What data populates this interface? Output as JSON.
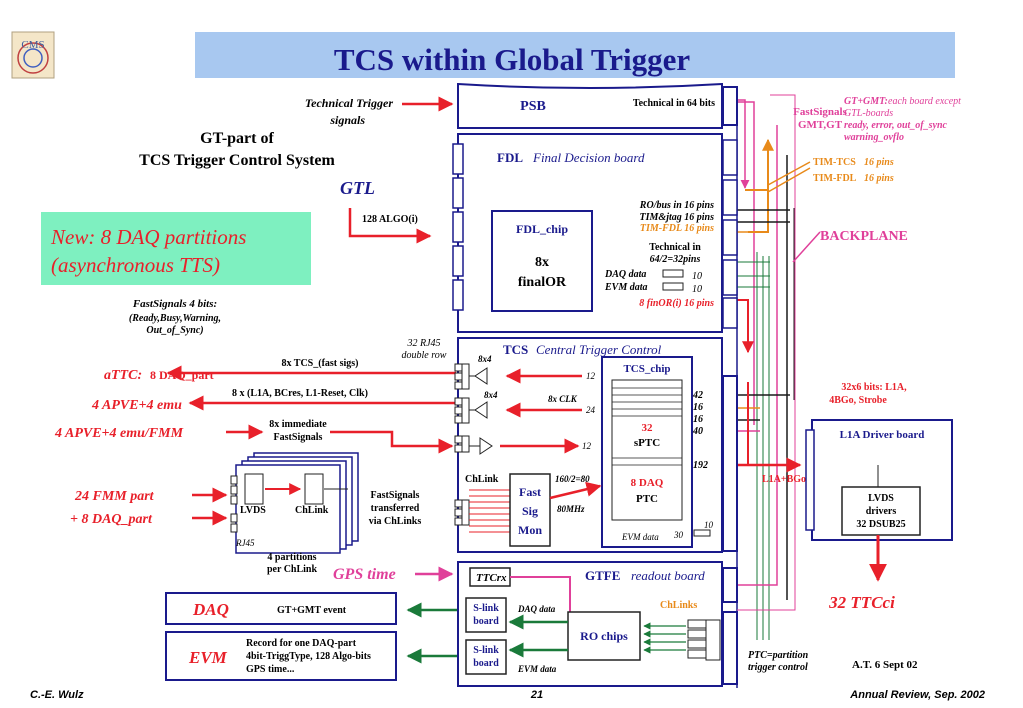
{
  "header": {
    "title": "TCS within Global Trigger",
    "logo_text": "CMS"
  },
  "left": {
    "tech_trigger": [
      "Technical Trigger",
      "signals"
    ],
    "gt_part": [
      "GT-part of",
      "TCS Trigger Control System"
    ],
    "gtl": "GTL",
    "algo": "128 ALGO(i)",
    "new_box": [
      "New: 8 DAQ partitions",
      "(asynchronous TTS)"
    ],
    "fastsig": [
      "FastSignals 4 bits:",
      "(Ready,Busy,Warning,",
      "Out_of_Sync)"
    ],
    "rj45_top": [
      "32 RJ45",
      "double row"
    ],
    "attc_label": "aTTC:",
    "attc_rest": "8 DAQ_part",
    "fast_sigs": "8x TCS_(fast sigs)",
    "apve1": "4 APVE+4 emu",
    "l1a_bcres": "8 x (L1A, BCres, L1-Reset, Clk)",
    "apve2": "4 APVE+4 emu/FMM",
    "immediate": [
      "8x immediate",
      "FastSignals"
    ],
    "fmm": [
      "24 FMM part",
      "+ 8 DAQ_part"
    ],
    "lvds_card": "LVDS",
    "chlink_card": "ChLink",
    "rj45_bottom": "RJ45",
    "partitions": [
      "4 partitions",
      "per ChLink"
    ],
    "fs_transferred": [
      "FastSignals",
      "transferred",
      "via ChLinks"
    ],
    "gps": "GPS time",
    "daq": "DAQ",
    "daq_event": "GT+GMT event",
    "evm": "EVM",
    "evm_record": [
      "Record for one DAQ-part",
      "4bit-TriggType, 128 Algo-bits",
      "GPS time..."
    ]
  },
  "center": {
    "psb": "PSB",
    "technical_64": "Technical in 64 bits",
    "fdl_abbr": "FDL",
    "fdl_full": "Final Decision board",
    "fdl_chip": "FDL_chip",
    "final_or": [
      "8x",
      "finalOR"
    ],
    "robus": "RO/bus in 16 pins",
    "timjtag": "TIM&jtag 16 pins",
    "timfdl_inner": "TIM-FDL 16 pins",
    "tech_in": [
      "Technical in",
      "64/2=32pins"
    ],
    "daq_data_fdl": "DAQ data",
    "evm_data_fdl": "EVM data",
    "ten": "10",
    "finor": "8 finOR(i) 16 pins",
    "tcs_abbr": "TCS",
    "tcs_full": "Central Trigger Control",
    "eight_x4": "8x4",
    "eight_x_clk": "8x CLK",
    "twelve": "12",
    "twenty_four": "24",
    "tcs_chip": "TCS_chip",
    "sptc": [
      "32",
      "sPTC"
    ],
    "ptc": [
      "8 DAQ",
      "PTC"
    ],
    "chlink": "ChLink",
    "fsm": [
      "Fast",
      "Sig",
      "Mon"
    ],
    "ratio": "160/2=80",
    "mhz": "80MHz",
    "evm_data_tcs": "EVM data",
    "thirty": "30",
    "pin42": "42",
    "pin16a": "16",
    "pin16b": "16",
    "pin40": "40",
    "pin192": "192",
    "gtfe_abbr": "GTFE",
    "gtfe_full": "readout board",
    "ttcrx": "TTCrx",
    "slink1": [
      "S-link",
      "board"
    ],
    "slink2": [
      "S-link",
      "board"
    ],
    "daq_data": "DAQ data",
    "evm_data": "EVM data",
    "ro_chips": "RO chips",
    "chlinks": "ChLinks"
  },
  "right": {
    "fastsignals": [
      "FastSignals",
      "GMT,GT"
    ],
    "gtgmt_head": "GT+GMT:",
    "gtgmt": [
      "each board except",
      "GTL-boards"
    ],
    "ready": [
      "ready, error, out_of_sync",
      "warning_ovflo"
    ],
    "tim_tcs": "TIM-TCS",
    "tim_fdl": "TIM-FDL",
    "pins16": "16 pins",
    "backplane": "BACKPLANE",
    "bits32x6": [
      "32x6 bits:  L1A,",
      "4BGo, Strobe"
    ],
    "l1a_driver": "L1A Driver board",
    "lvds_drivers": [
      "LVDS",
      "drivers",
      "32 DSUB25"
    ],
    "l1a_bgo": "L1A+BGo",
    "ttcci": "32 TTCci",
    "ptc_note": [
      "PTC=partition",
      "trigger control"
    ],
    "date": "A.T. 6 Sept 02"
  },
  "footer": {
    "author": "C.-E. Wulz",
    "page": "21",
    "event": "Annual Review, Sep. 2002"
  },
  "colors": {
    "red": "#e8202a",
    "navy": "#1a1a8c",
    "pink": "#e0409a",
    "orange": "#e88a1a",
    "green": "#1a7a3a",
    "title_bg": "#a8c8f0",
    "new_bg": "#7ef0c0"
  }
}
